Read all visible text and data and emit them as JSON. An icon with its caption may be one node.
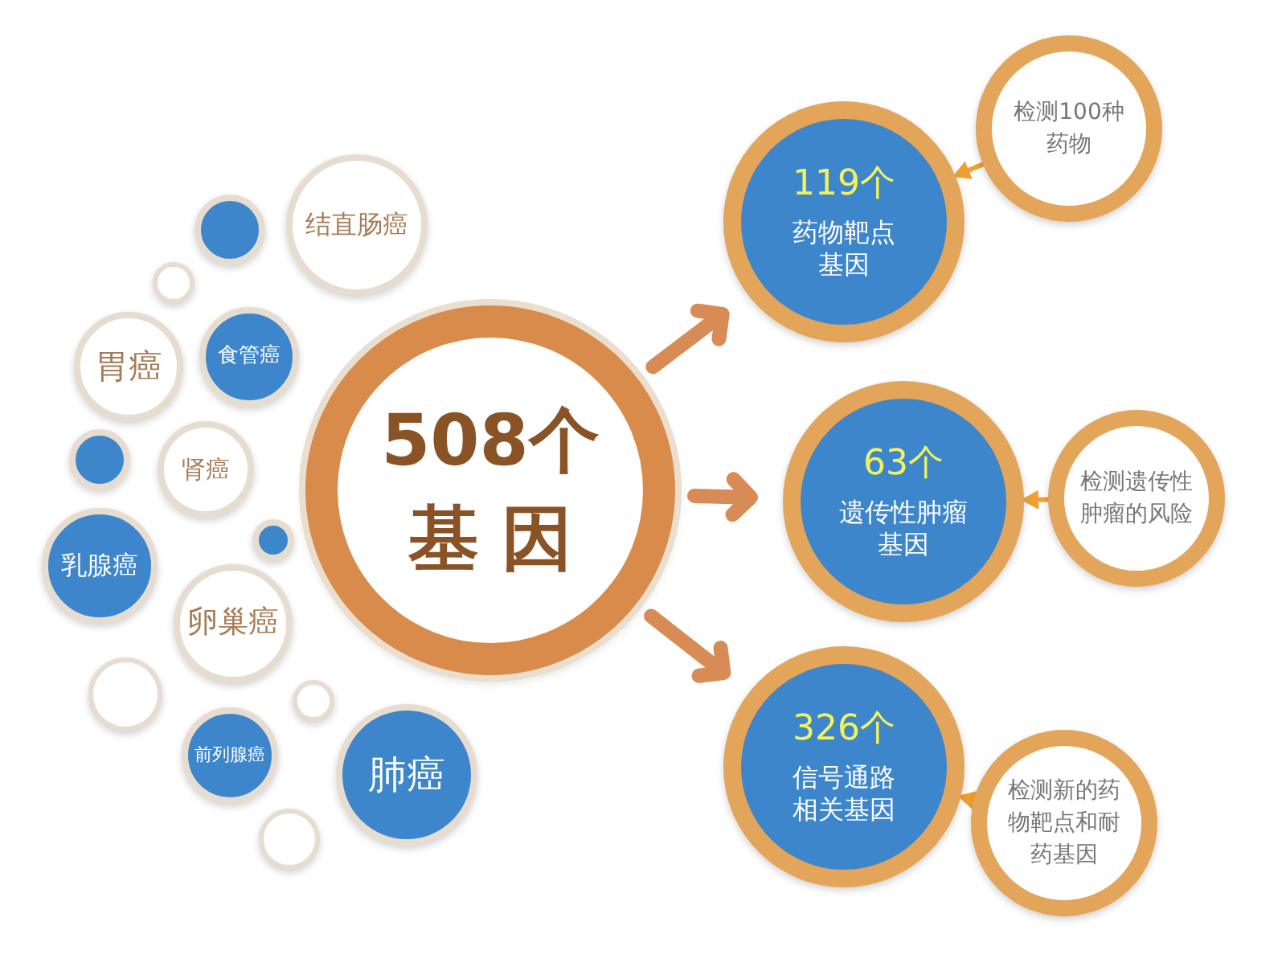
{
  "diagram": {
    "nodes": [
      {
        "text": [],
        "shape": "circle"
      },
      {
        "text": [
          "结直肠癌"
        ]
      },
      {
        "text": [],
        "shape": "circle"
      },
      {
        "text": [
          "胃癌"
        ]
      },
      {
        "text": [
          "食管癌"
        ]
      },
      {
        "text": [],
        "shape": "circle"
      },
      {
        "text": [
          "肾癌"
        ]
      },
      {
        "text": [],
        "shape": "circle"
      },
      {
        "text": [
          "乳腺癌"
        ]
      },
      {
        "text": [
          "卵巢癌"
        ]
      },
      {
        "text": [],
        "shape": "circle"
      },
      {
        "text": [],
        "shape": "circle"
      },
      {
        "text": [
          "前列腺癌"
        ]
      },
      {
        "text": [
          "肺癌"
        ]
      },
      {
        "text": [],
        "shape": "circle"
      },
      {
        "text": [
          "508个",
          "基因"
        ]
      },
      {
        "text": [
          "119个",
          "药物靶点基因"
        ]
      },
      {
        "text": [
          "检测100种药物"
        ]
      },
      {
        "text": [
          "63个",
          "遗传性肿瘤基因"
        ]
      },
      {
        "text": [
          "检测遗传性肿瘤的风险"
        ]
      },
      {
        "text": [
          "326个",
          "信号通路相关基因"
        ]
      },
      {
        "text": [
          "检测新的药物靶点和耐药基因"
        ]
      }
    ],
    "edges": [
      {
        "from": 15,
        "to": 16,
        "arrow": "to",
        "style": "thick"
      },
      {
        "from": 15,
        "to": 18,
        "arrow": "to",
        "style": "thick"
      },
      {
        "from": 15,
        "to": 20,
        "arrow": "to",
        "style": "thick"
      },
      {
        "from": 17,
        "to": 16,
        "arrow": "to",
        "color": "#f0a030"
      },
      {
        "from": 19,
        "to": 18,
        "arrow": "to",
        "color": "#f0a030"
      },
      {
        "from": 21,
        "to": 20,
        "arrow": "to",
        "color": "#f0a030"
      }
    ]
  }
}
